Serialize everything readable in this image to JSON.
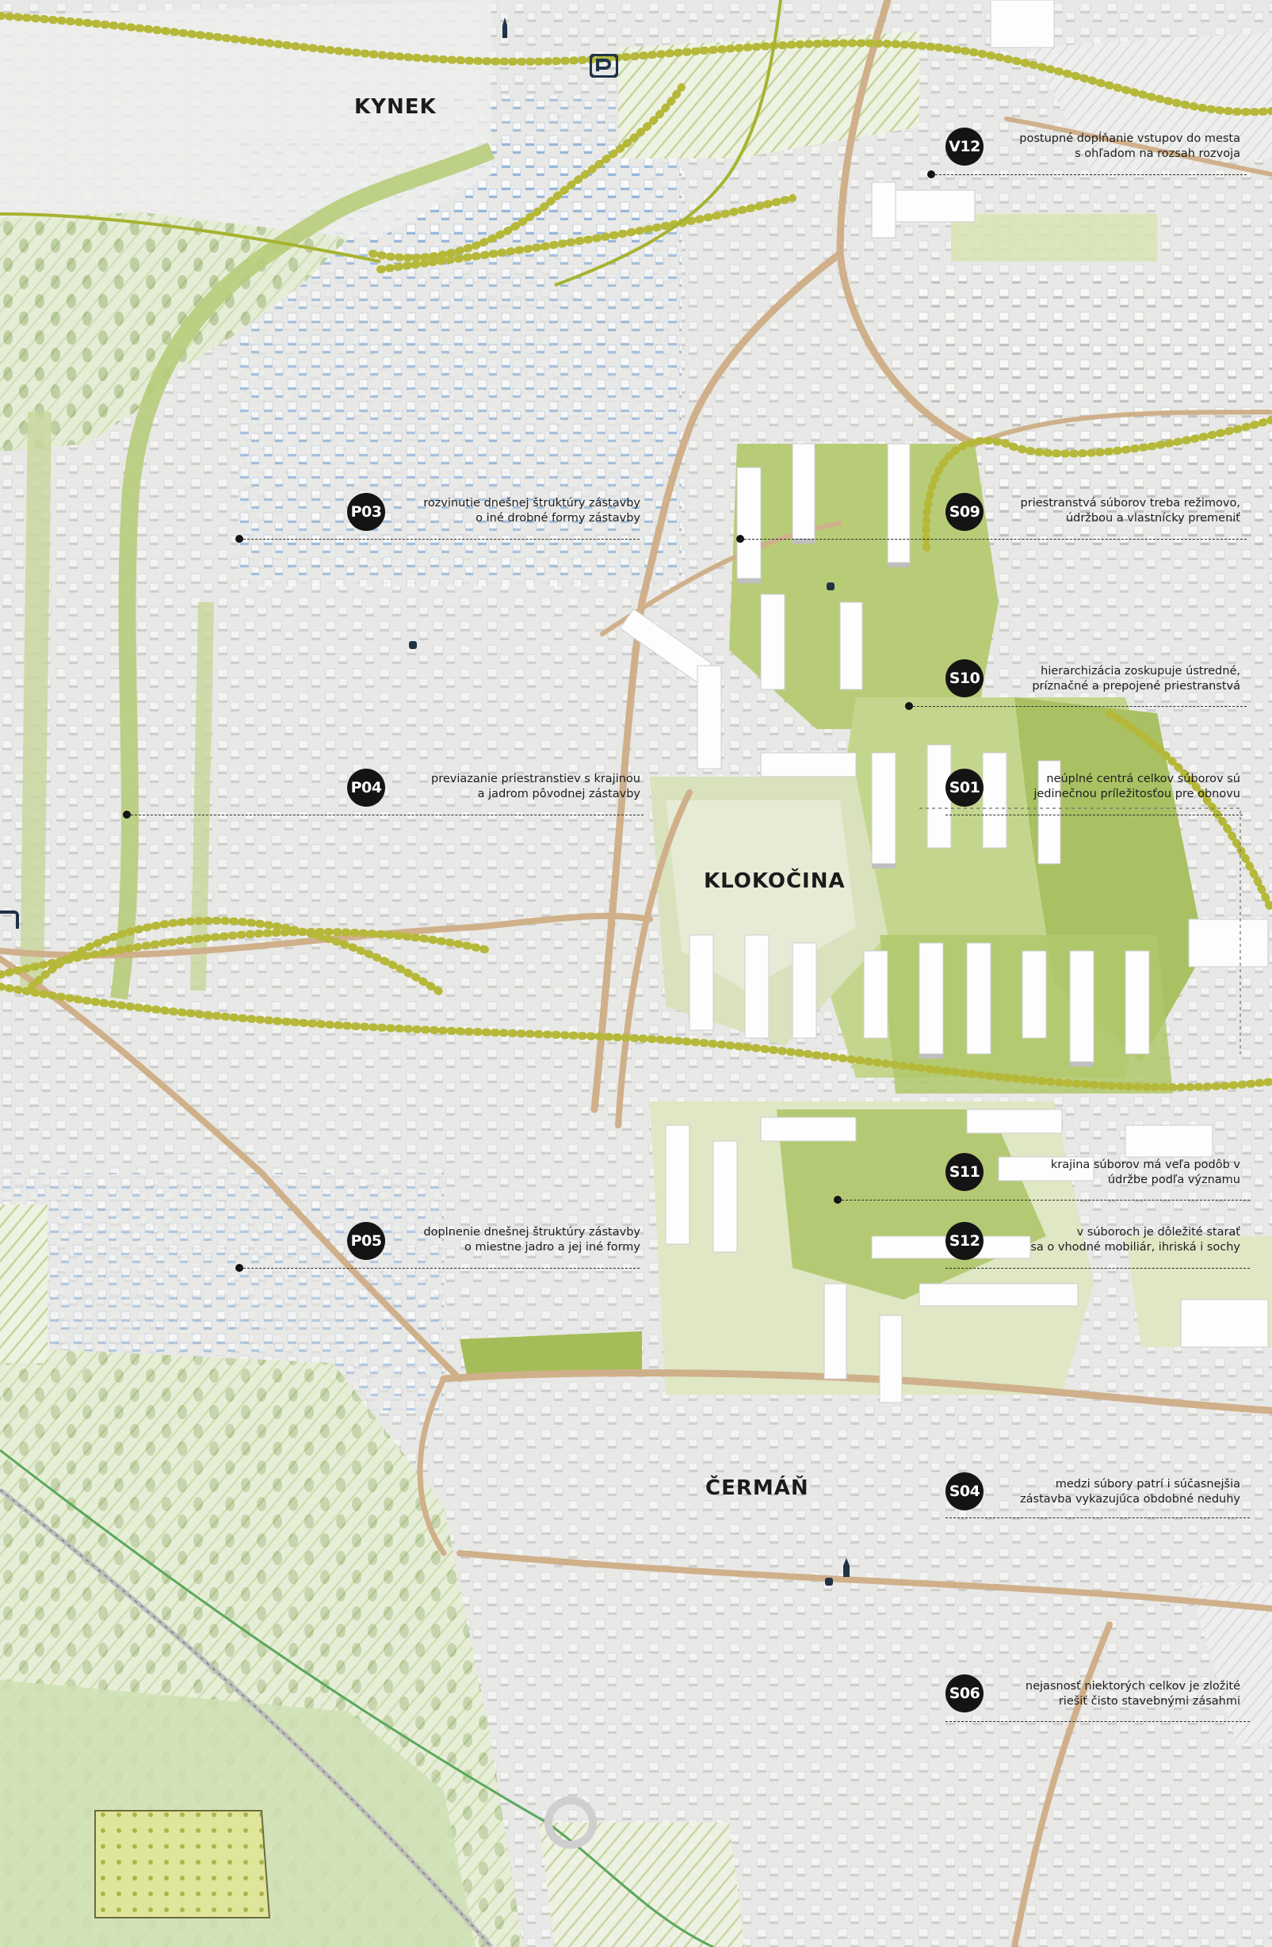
{
  "districts": {
    "kynek": "KYNEK",
    "klokocina": "KLOKOČINA",
    "cerman": "ČERMÁŇ"
  },
  "callouts": [
    {
      "id": "V12",
      "line1": "postupné dopĺňanie vstupov do mesta",
      "line2": "s ohľadom na rozsah rozvoja"
    },
    {
      "id": "P03",
      "line1": "rozvinutie dnešnej štruktúry zástavby",
      "line2": "o iné drobné formy zástavby"
    },
    {
      "id": "S09",
      "line1": "priestranstvá súborov treba režimovo,",
      "line2": "údržbou a vlastnícky premeniť"
    },
    {
      "id": "S10",
      "line1": "hierarchizácia zoskupuje ústredné,",
      "line2": "príznačné a prepojené priestranstvá"
    },
    {
      "id": "P04",
      "line1": "previazanie priestranstiev s krajinou",
      "line2": "a jadrom pôvodnej zástavby"
    },
    {
      "id": "S01",
      "line1": "neúplné centrá celkov súborov sú",
      "line2": "jedinečnou príležitosťou pre obnovu"
    },
    {
      "id": "S11",
      "line1": "krajina súborov má veľa podôb v",
      "line2": "údržbe podľa významu"
    },
    {
      "id": "P05",
      "line1": "doplnenie dnešnej štruktúry zástavby",
      "line2": "o miestne jadro a jej iné formy"
    },
    {
      "id": "S12",
      "line1": "v súboroch je dôležité starať",
      "line2": "sa o vhodné mobiliár, ihriská i sochy"
    },
    {
      "id": "S04",
      "line1": "medzi súbory patrí i súčasnejšia",
      "line2": "zástavba vykazujúca obdobné neduhy"
    },
    {
      "id": "S06",
      "line1": "nejasnosť niektorých celkov je zložité",
      "line2": "riešiť čisto stavebnými zásahmi"
    }
  ],
  "colors": {
    "ground": "#e9e9e7",
    "green": "#b9cd7f",
    "green_dark": "#9cb554",
    "road": "#cfb08a",
    "boundary": "#b8b93a",
    "forest": "#8ea96a",
    "badge": "#141414"
  },
  "icons": [
    "church-icon",
    "parking-icon",
    "bus-stop-icon"
  ]
}
